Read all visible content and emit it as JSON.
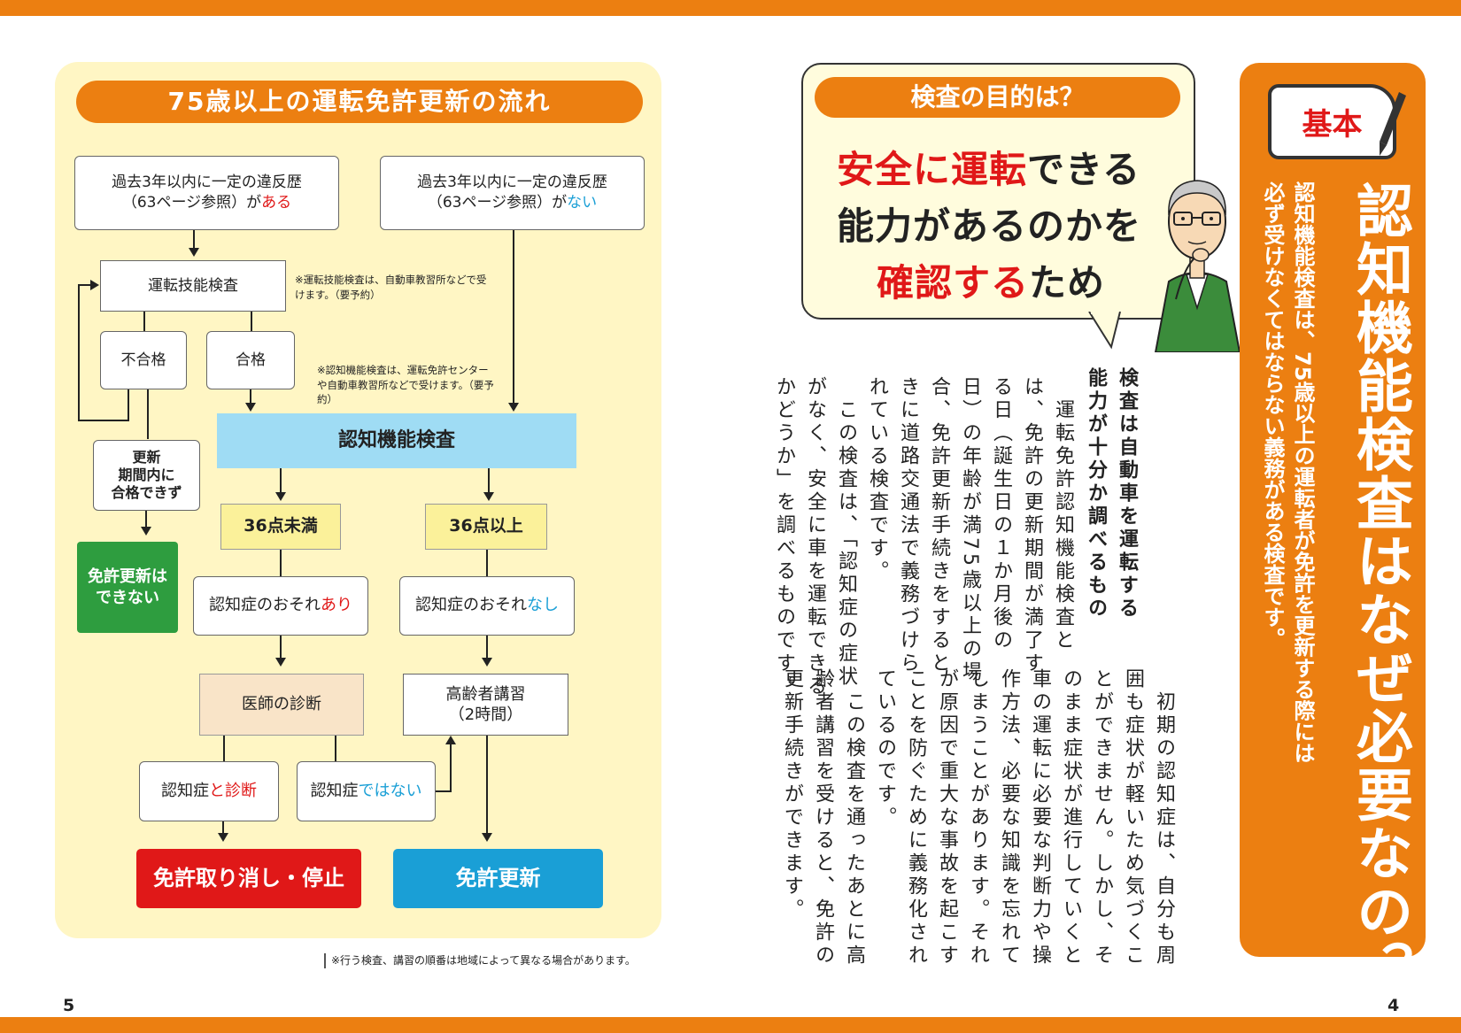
{
  "colors": {
    "orange": "#ec7f11",
    "red": "#e01818",
    "blue": "#1a9fd6",
    "green": "#2e9d3f",
    "pale_yellow": "#fff6c4"
  },
  "page_numbers": {
    "left": "5",
    "right": "4"
  },
  "flow": {
    "title": "75歳以上の運転免許更新の流れ",
    "box_violation_yes": {
      "line1": "過去3年以内に一定の違反歴",
      "line2_pre": "（63ページ参照）が",
      "line2_hl": "ある"
    },
    "box_violation_no": {
      "line1": "過去3年以内に一定の違反歴",
      "line2_pre": "（63ページ参照）が",
      "line2_hl": "ない"
    },
    "skill_test": "運転技能検査",
    "skill_note": "※運転技能検査は、自動車教習所などで受けます。（要予約）",
    "fail": "不合格",
    "pass": "合格",
    "cog_note": "※認知機能検査は、運転免許センターや自動車教習所などで受けます。（要予約）",
    "no_pass": {
      "l1": "更新",
      "l2": "期間内に",
      "l3": "合格できず"
    },
    "no_renew": {
      "l1": "免許更新は",
      "l2": "できない"
    },
    "cog_test": "認知機能検査",
    "under36": "36点未満",
    "over36": "36点以上",
    "risk_yes": {
      "pre": "認知症のおそれ",
      "hl": "あり"
    },
    "risk_no": {
      "pre": "認知症のおそれ",
      "hl": "なし"
    },
    "doctor": "医師の診断",
    "senior_course": {
      "l1": "高齢者講習",
      "l2": "（2時間）"
    },
    "diag_yes": {
      "pre": "認知症",
      "hl": "と診断"
    },
    "diag_no": {
      "pre": "認知症",
      "hl": "ではない"
    },
    "revoke": "免許取り消し・停止",
    "renew": "免許更新",
    "footnote": "※行う検査、講習の順番は地域によって異なる場合があります。"
  },
  "purpose": {
    "title": "検査の目的は？",
    "line1_hl": "安全に運転",
    "line1_rest": "できる",
    "line2": "能力があるのかを",
    "line3_hl": "確認する",
    "line3_rest": "ため"
  },
  "article": {
    "heading": [
      "検査は自動車を運転する",
      "能力が十分か調べるもの"
    ],
    "para1": [
      "　運転免許認知機能検査と",
      "は、免許の更新期間が満了す",
      "る日（誕生日の１か月後の",
      "日）の年齢が満75歳以上の場",
      "合、免許更新手続きをすると",
      "きに道路交通法で義務づけら",
      "れている検査です。",
      "　この検査は、「認知症の症状",
      "がなく、安全に車を運転できる",
      "かどうか」を調べるものです。"
    ],
    "para2": [
      "　初期の認知症は、自分も周",
      "囲も症状が軽いため気づくこ",
      "とができません。しかし、そ",
      "のまま症状が進行していくと",
      "車の運転に必要な判断力や操",
      "作方法、必要な知識を忘れて",
      "しまうことがあります。それ",
      "が原因で重大な事故を起こす",
      "ことを防ぐために義務化され",
      "ているのです。",
      "　この検査を通ったあとに高",
      "齢者講習を受けると、免許の",
      "更新手続きができます。"
    ]
  },
  "header": {
    "badge": "基本",
    "title": "認知機能検査はなぜ必要なの？",
    "subtitle": [
      "認知機能検査は、75歳以上の運転者が免許を更新する際には",
      "必ず受けなくてはならない義務がある検査です。"
    ]
  }
}
